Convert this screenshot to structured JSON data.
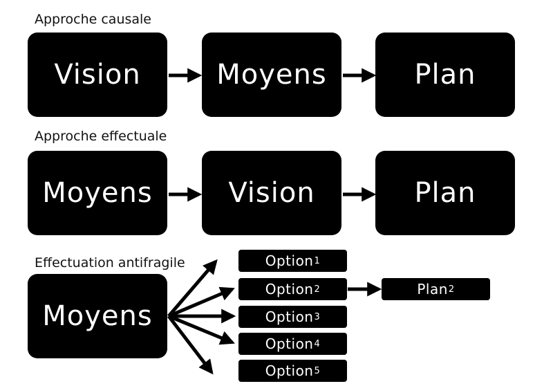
{
  "sections": {
    "causal": {
      "title": "Approche causale",
      "boxes": [
        "Vision",
        "Moyens",
        "Plan"
      ]
    },
    "effectual": {
      "title": "Approche effectuale",
      "boxes": [
        "Moyens",
        "Vision",
        "Plan"
      ]
    },
    "antifragile": {
      "title": "Effectuation antifragile",
      "source": "Moyens",
      "options": [
        {
          "base": "Option",
          "sub": "1"
        },
        {
          "base": "Option",
          "sub": "2"
        },
        {
          "base": "Option",
          "sub": "3"
        },
        {
          "base": "Option",
          "sub": "4"
        },
        {
          "base": "Option",
          "sub": "5"
        }
      ],
      "plan": {
        "base": "Plan",
        "sub": "2"
      }
    }
  }
}
